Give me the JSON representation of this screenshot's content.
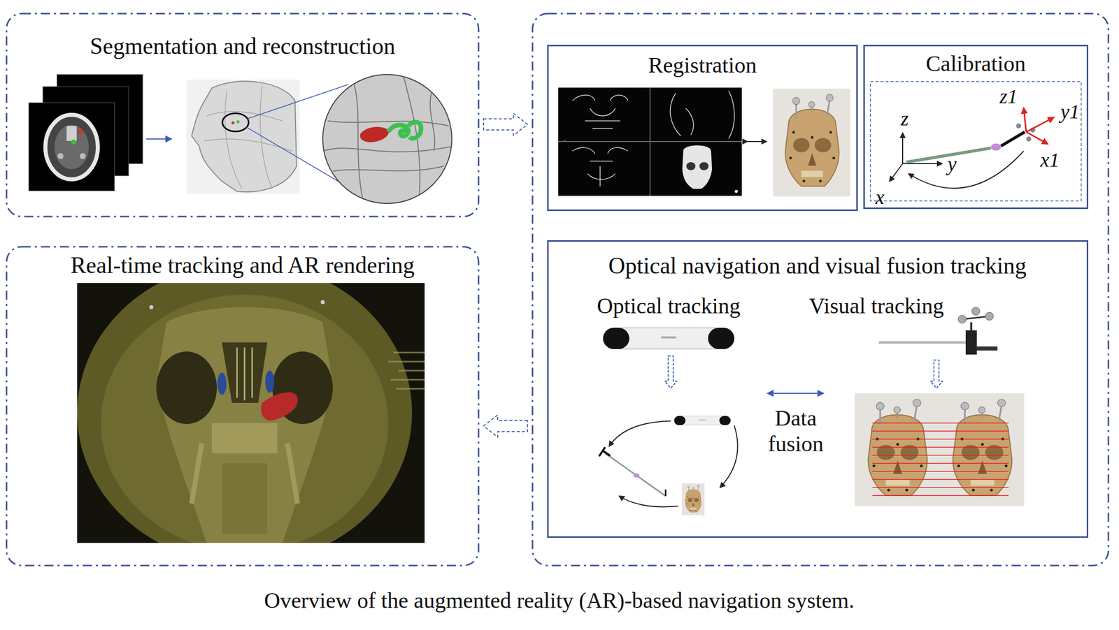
{
  "diagram": {
    "caption": "Overview of the augmented reality (AR)-based navigation system.",
    "nodes": [
      {
        "text": [
          "Segmentation and reconstruction"
        ]
      },
      {
        "text": []
      },
      {
        "text": [
          "Registration"
        ],
        "in": 1
      },
      {
        "text": [
          "Calibration"
        ],
        "in": 1
      },
      {
        "text": [
          "Optical navigation and visual fusion tracking",
          "Optical tracking",
          "Visual tracking",
          "Data fusion"
        ],
        "in": 1
      },
      {
        "text": [
          "Real-time tracking and AR rendering"
        ]
      }
    ],
    "edges": [
      {
        "from": 0,
        "to": 1,
        "arrow": "to"
      },
      {
        "from": 1,
        "to": 5,
        "arrow": "to"
      }
    ],
    "labels": [
      "z",
      "y",
      "x",
      "z1",
      "y1",
      "x1"
    ]
  }
}
